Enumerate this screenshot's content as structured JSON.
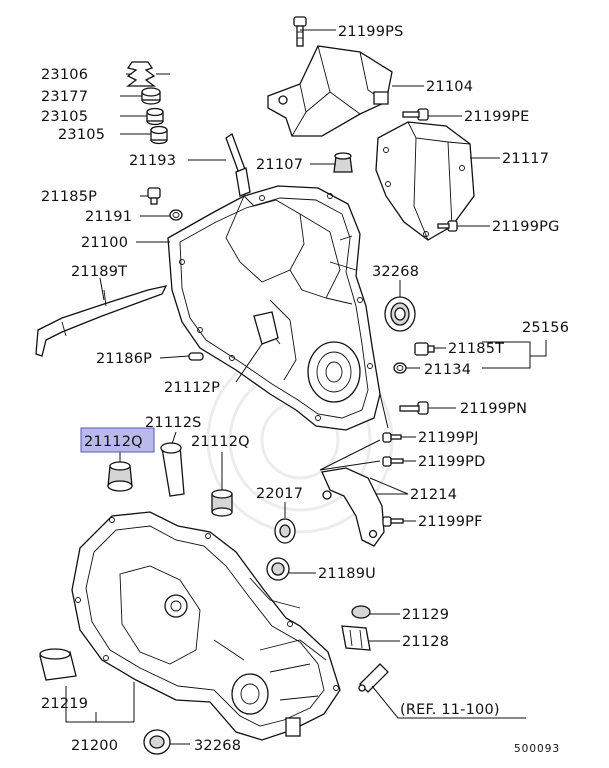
{
  "labels": {
    "p21199PS": "21199PS",
    "p23106": "23106",
    "p21104": "21104",
    "p23177": "23177",
    "p23105a": "23105",
    "p21199PE": "21199PE",
    "p23105b": "23105",
    "p21117": "21117",
    "p21193": "21193",
    "p21107": "21107",
    "p21185P": "21185P",
    "p21191": "21191",
    "p21199PG": "21199PG",
    "p21100": "21100",
    "p32268a": "32268",
    "p21189T": "21189T",
    "p25156": "25156",
    "p21185T": "21185T",
    "p21186P": "21186P",
    "p21134": "21134",
    "p21112P": "21112P",
    "p21199PN": "21199PN",
    "p21112S": "21112S",
    "p21112Q_hl": "21112Q",
    "p21112Q": "21112Q",
    "p21199PJ": "21199PJ",
    "p21199PD": "21199PD",
    "p22017": "22017",
    "p21214": "21214",
    "p21199PF": "21199PF",
    "p21189U": "21189U",
    "p21129": "21129",
    "p21128": "21128",
    "p21219": "21219",
    "ref": "(REF. 11-100)",
    "p21200": "21200",
    "p32268b": "32268",
    "diagram_code": "500093"
  },
  "highlight": {
    "color": "#b9b9ee",
    "part": "21112Q"
  }
}
